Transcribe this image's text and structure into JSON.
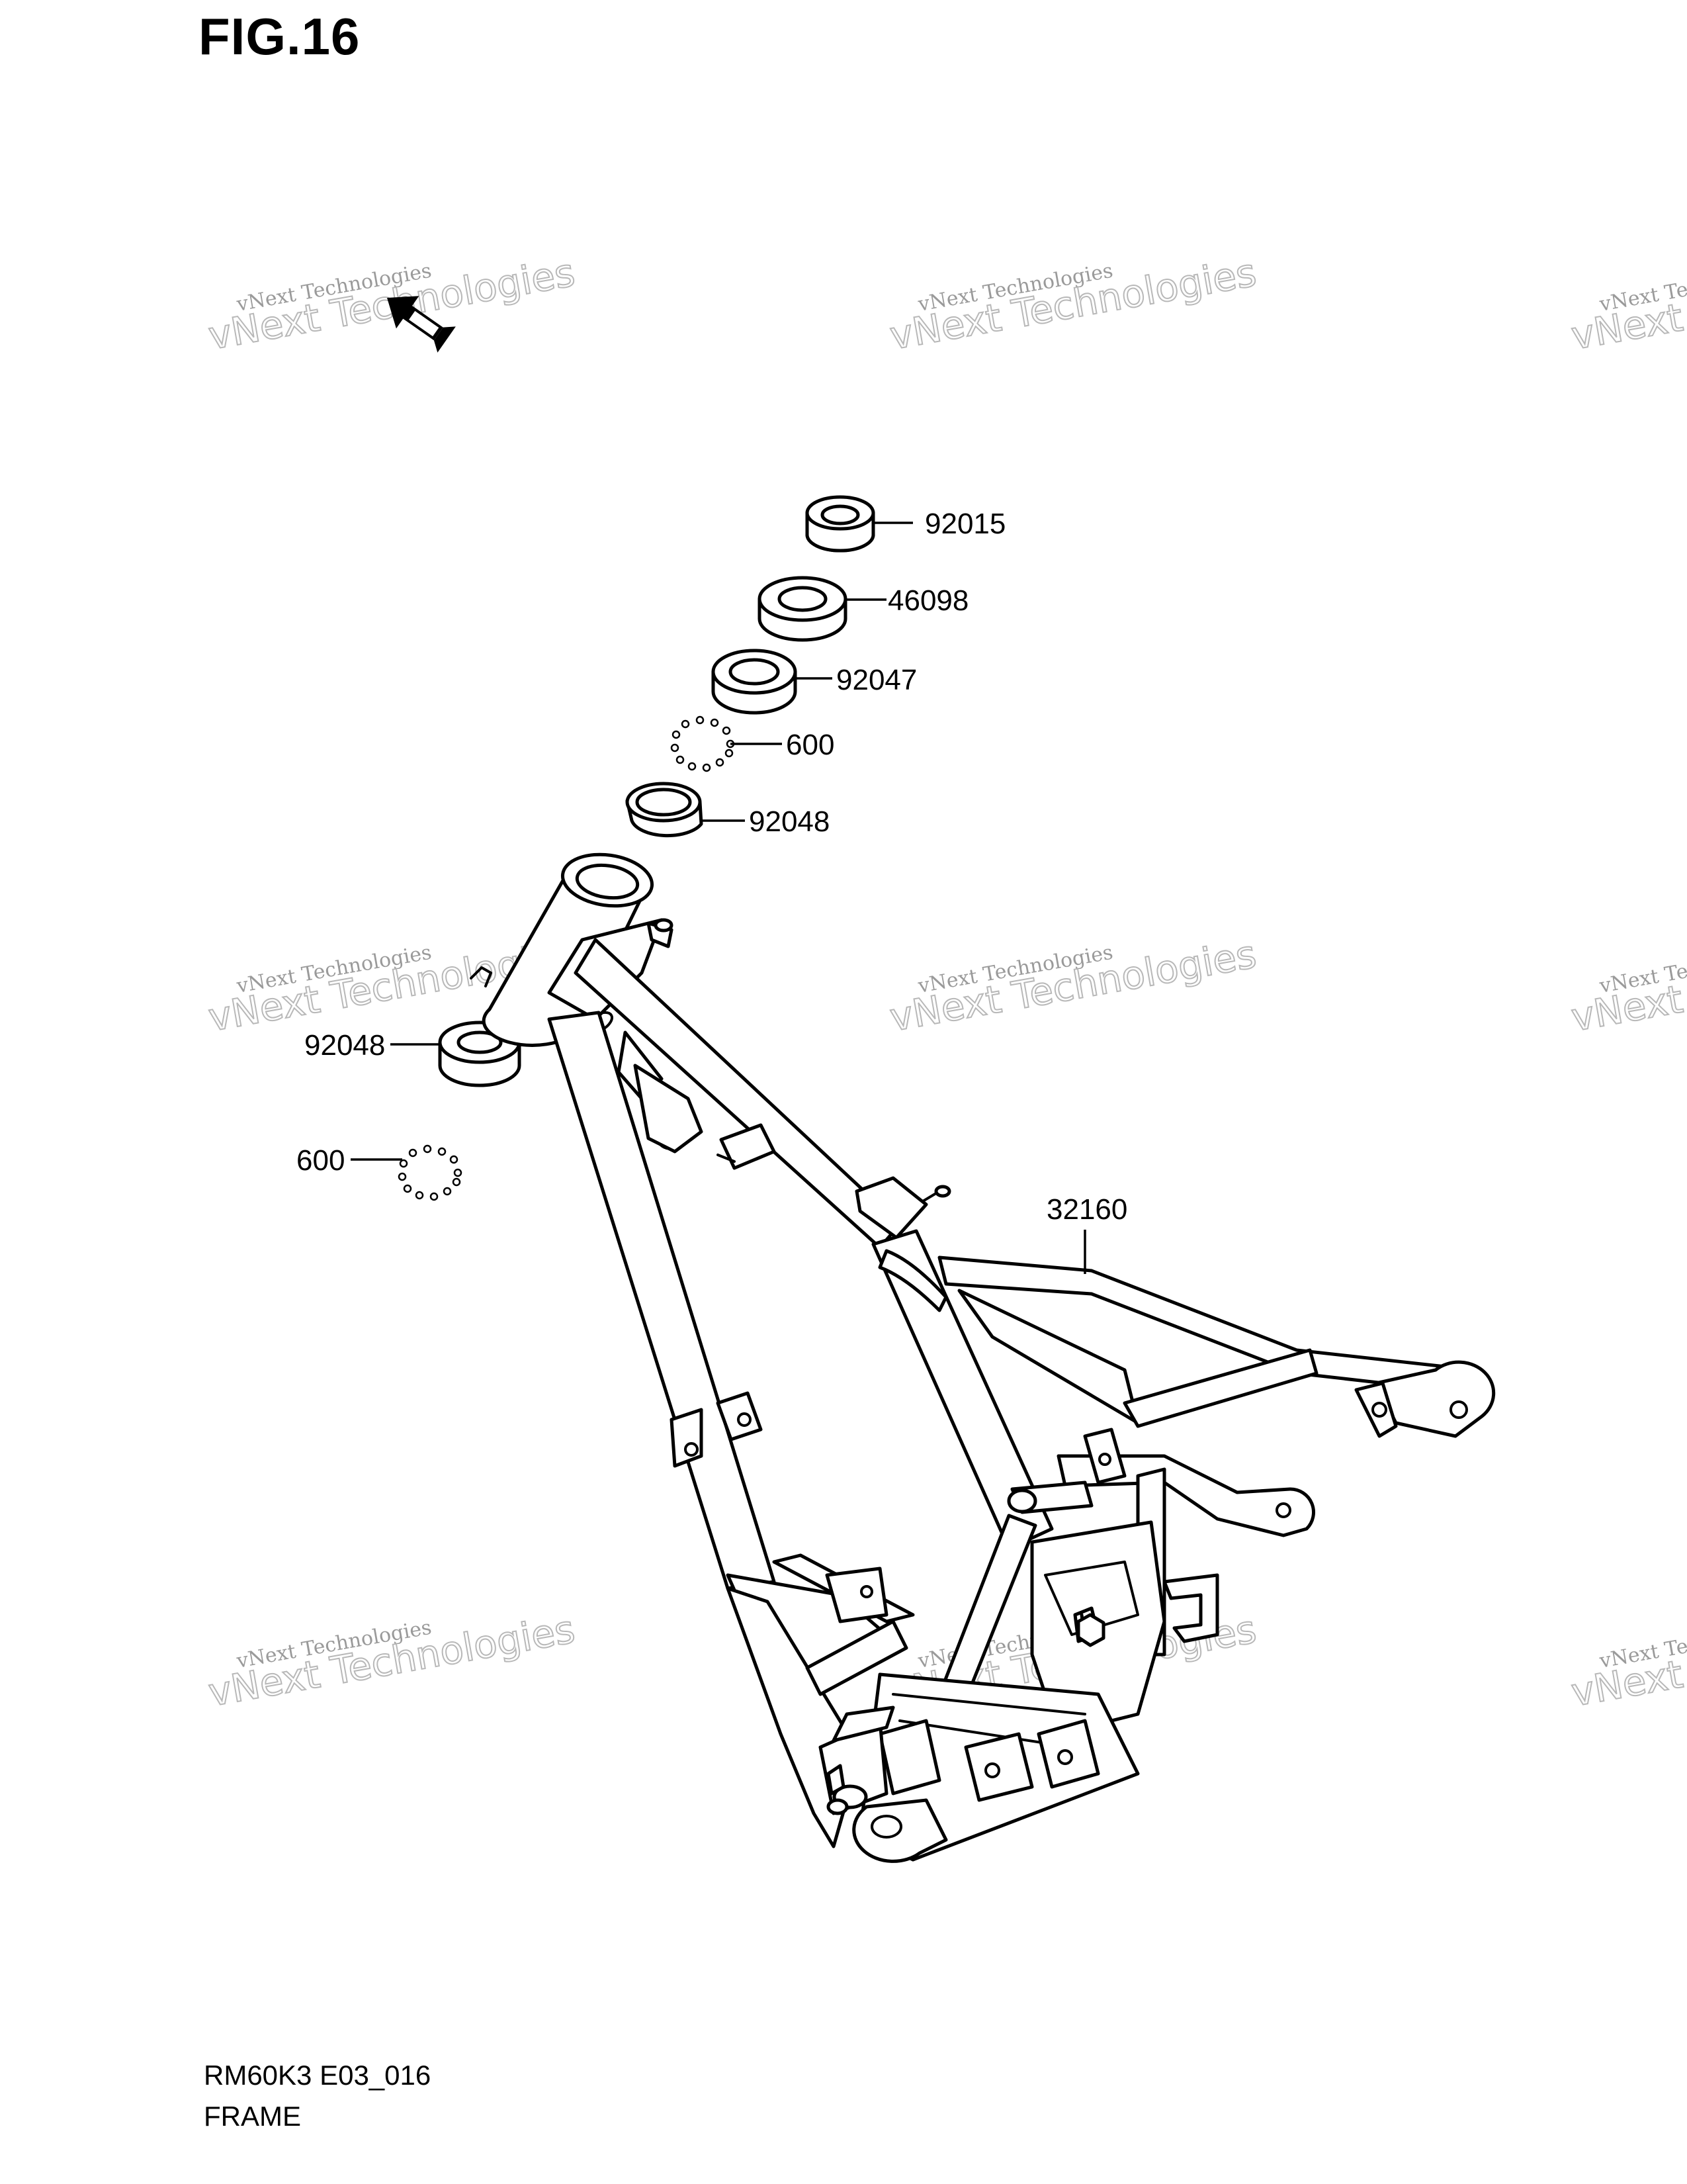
{
  "figure": {
    "title": "FIG.16"
  },
  "footer": {
    "code": "RM60K3 E03_016",
    "name": "FRAME"
  },
  "watermark": {
    "line1": "vNext Technologies",
    "line2": "vNext Technologies"
  },
  "callouts": [
    {
      "id": "top-nut",
      "part_no": "92015"
    },
    {
      "id": "washer",
      "part_no": "46098"
    },
    {
      "id": "upper-bearing-race",
      "part_no": "92047"
    },
    {
      "id": "upper-balls",
      "part_no": "600"
    },
    {
      "id": "upper-cup",
      "part_no": "92048"
    },
    {
      "id": "lower-cup",
      "part_no": "92048"
    },
    {
      "id": "lower-balls",
      "part_no": "600"
    },
    {
      "id": "frame",
      "part_no": "32160"
    }
  ],
  "colors": {
    "line": "#000000",
    "background": "#ffffff",
    "watermark": "#9a9a9a"
  },
  "icons": {
    "front_arrow": "front-direction-arrow-icon"
  }
}
